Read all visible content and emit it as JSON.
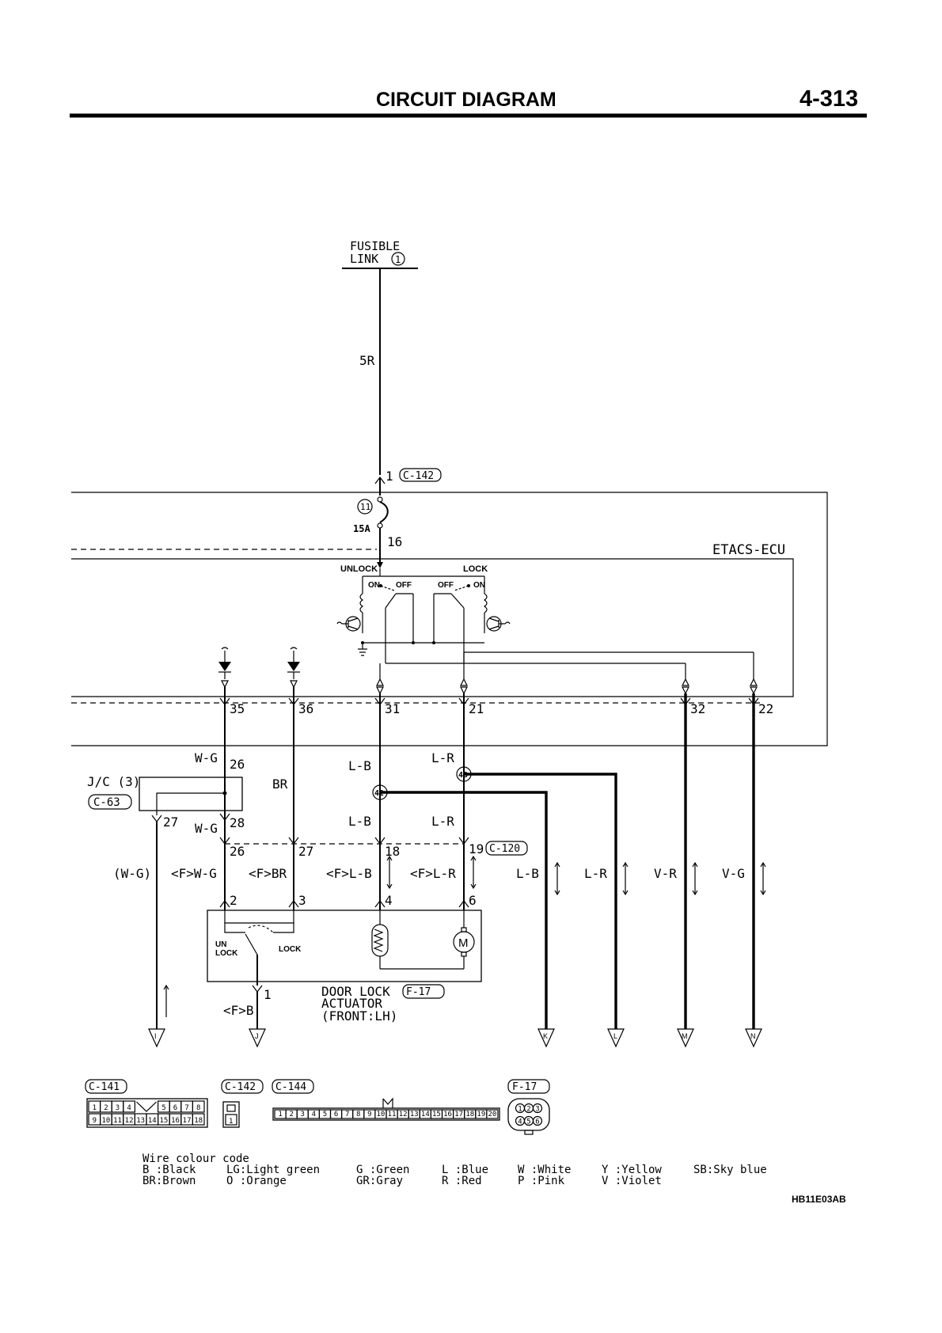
{
  "header": {
    "title": "CIRCUIT DIAGRAM",
    "page_number": "4-313"
  },
  "supply": {
    "line1": "FUSIBLE",
    "line2": "LINK",
    "circle": "1",
    "wire": "5R"
  },
  "ecu": {
    "name": "ETACS-ECU",
    "connector": "C-142",
    "pin_in": "1",
    "fuse_num": "11",
    "fuse_rating": "15A",
    "pin_16": "16",
    "relay_unlock": "UNLOCK",
    "relay_lock": "LOCK",
    "on": "ON",
    "off": "OFF",
    "pins": [
      "35",
      "36",
      "31",
      "21",
      "32",
      "22"
    ]
  },
  "junction": {
    "name": "J/C (3)",
    "connector": "C-63",
    "pin_26": "26",
    "pin_28": "28",
    "pin_27": "27",
    "wire_top": "W-G",
    "wire_bottom": "W-G"
  },
  "splices": [
    "42",
    "43"
  ],
  "wires": {
    "br": "BR",
    "lb": "L-B",
    "lr": "L-R"
  },
  "door_connector": {
    "name": "C-120",
    "pins": [
      "26",
      "27",
      "18",
      "19"
    ]
  },
  "wire_labels": [
    "(W-G)",
    "<F>W-G",
    "<F>BR",
    "<F>L-B",
    "<F>L-R",
    "L-B",
    "L-R",
    "V-R",
    "V-G"
  ],
  "actuator": {
    "pins": [
      "2",
      "3",
      "4",
      "6",
      "1"
    ],
    "unlock_line1": "UN",
    "unlock_line2": "LOCK",
    "lock": "LOCK",
    "ground_wire": "<F>B",
    "title1": "DOOR LOCK",
    "title2": "ACTUATOR",
    "title3": "(FRONT:LH)",
    "connector": "F-17"
  },
  "terminals": [
    "I",
    "J",
    "K",
    "L",
    "M",
    "N"
  ],
  "connector_views": {
    "c141": {
      "label": "C-141",
      "row1": [
        "1",
        "2",
        "3",
        "4",
        "5",
        "6",
        "7",
        "8"
      ],
      "row2": [
        "9",
        "10",
        "11",
        "12",
        "13",
        "14",
        "15",
        "16",
        "17",
        "18"
      ]
    },
    "c142": {
      "label": "C-142",
      "pin": "1"
    },
    "c144": {
      "label": "C-144",
      "pins": [
        "1",
        "2",
        "3",
        "4",
        "5",
        "6",
        "7",
        "8",
        "9",
        "10",
        "11",
        "12",
        "13",
        "14",
        "15",
        "16",
        "17",
        "18",
        "19",
        "20"
      ]
    },
    "f17": {
      "label": "F-17",
      "row1": [
        "1",
        "2",
        "3"
      ],
      "row2": [
        "4",
        "5",
        "6"
      ]
    }
  },
  "legend": {
    "title": "Wire colour code",
    "col1": [
      "B :Black",
      "BR:Brown"
    ],
    "col2": [
      "LG:Light green",
      "O :Orange"
    ],
    "col3": [
      "G :Green",
      "GR:Gray"
    ],
    "col4": [
      "L :Blue",
      "R :Red"
    ],
    "col5": [
      "W :White",
      "P :Pink"
    ],
    "col6": [
      "Y :Yellow",
      "V :Violet"
    ],
    "col7": [
      "SB:Sky blue"
    ]
  },
  "code": "HB11E03AB"
}
